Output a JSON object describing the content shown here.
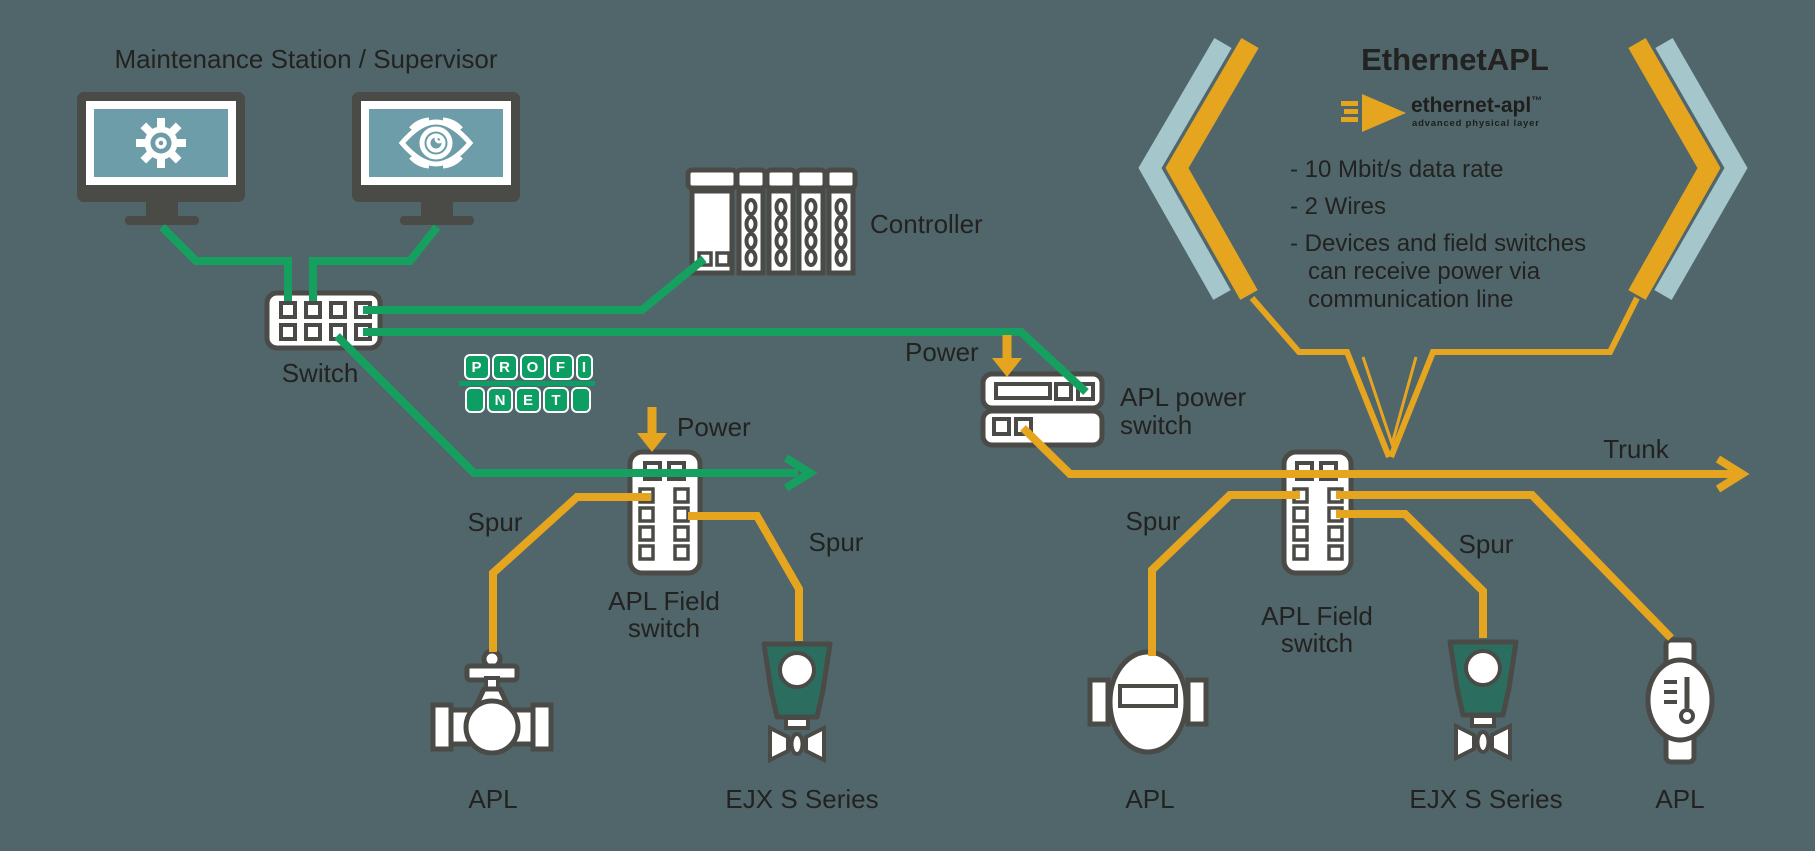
{
  "palette": {
    "bg": "#50666B",
    "green": "#16A060",
    "yellow": "#E6A51F",
    "outline": "#4A4A47",
    "teal_screen": "#6C9DA8",
    "chevron_teal": "#A5C6CB",
    "ejx_green": "#2B6E60",
    "pn_green": "#0C9E62",
    "text": "#222220"
  },
  "header": {
    "title": "Maintenance Station / Supervisor"
  },
  "nodes": {
    "switch_label": "Switch",
    "controller_label": "Controller",
    "apl_power_switch": {
      "line1": "APL power",
      "line2": "switch"
    },
    "field_switch_left": {
      "line1": "APL Field",
      "line2": "switch"
    },
    "field_switch_right": {
      "line1": "APL Field",
      "line2": "switch"
    }
  },
  "line_labels": {
    "power_left": "Power",
    "power_right": "Power",
    "trunk": "Trunk",
    "spur_left_1": "Spur",
    "spur_left_2": "Spur",
    "spur_right_1": "Spur",
    "spur_right_2": "Spur"
  },
  "devices": {
    "valve_label": "APL",
    "ejx_left_label": "EJX S Series",
    "flowmeter_label": "APL",
    "ejx_right_label": "EJX S Series",
    "thermometer_label": "APL"
  },
  "profinet": {
    "row1": [
      "P",
      "R",
      "O",
      "F",
      "I"
    ],
    "row2": [
      "N",
      "E",
      "T"
    ]
  },
  "ethernet_apl": {
    "heading": "EthernetAPL",
    "logo_text": "ethernet-apl",
    "logo_tm": "™",
    "logo_subtitle": "advanced physical layer",
    "bullet_1": "- 10 Mbit/s data rate",
    "bullet_2": "- 2 Wires",
    "bullet_3_line1": "- Devices and field switches",
    "bullet_3_line2": "can receive power via",
    "bullet_3_line3": "communication line"
  }
}
